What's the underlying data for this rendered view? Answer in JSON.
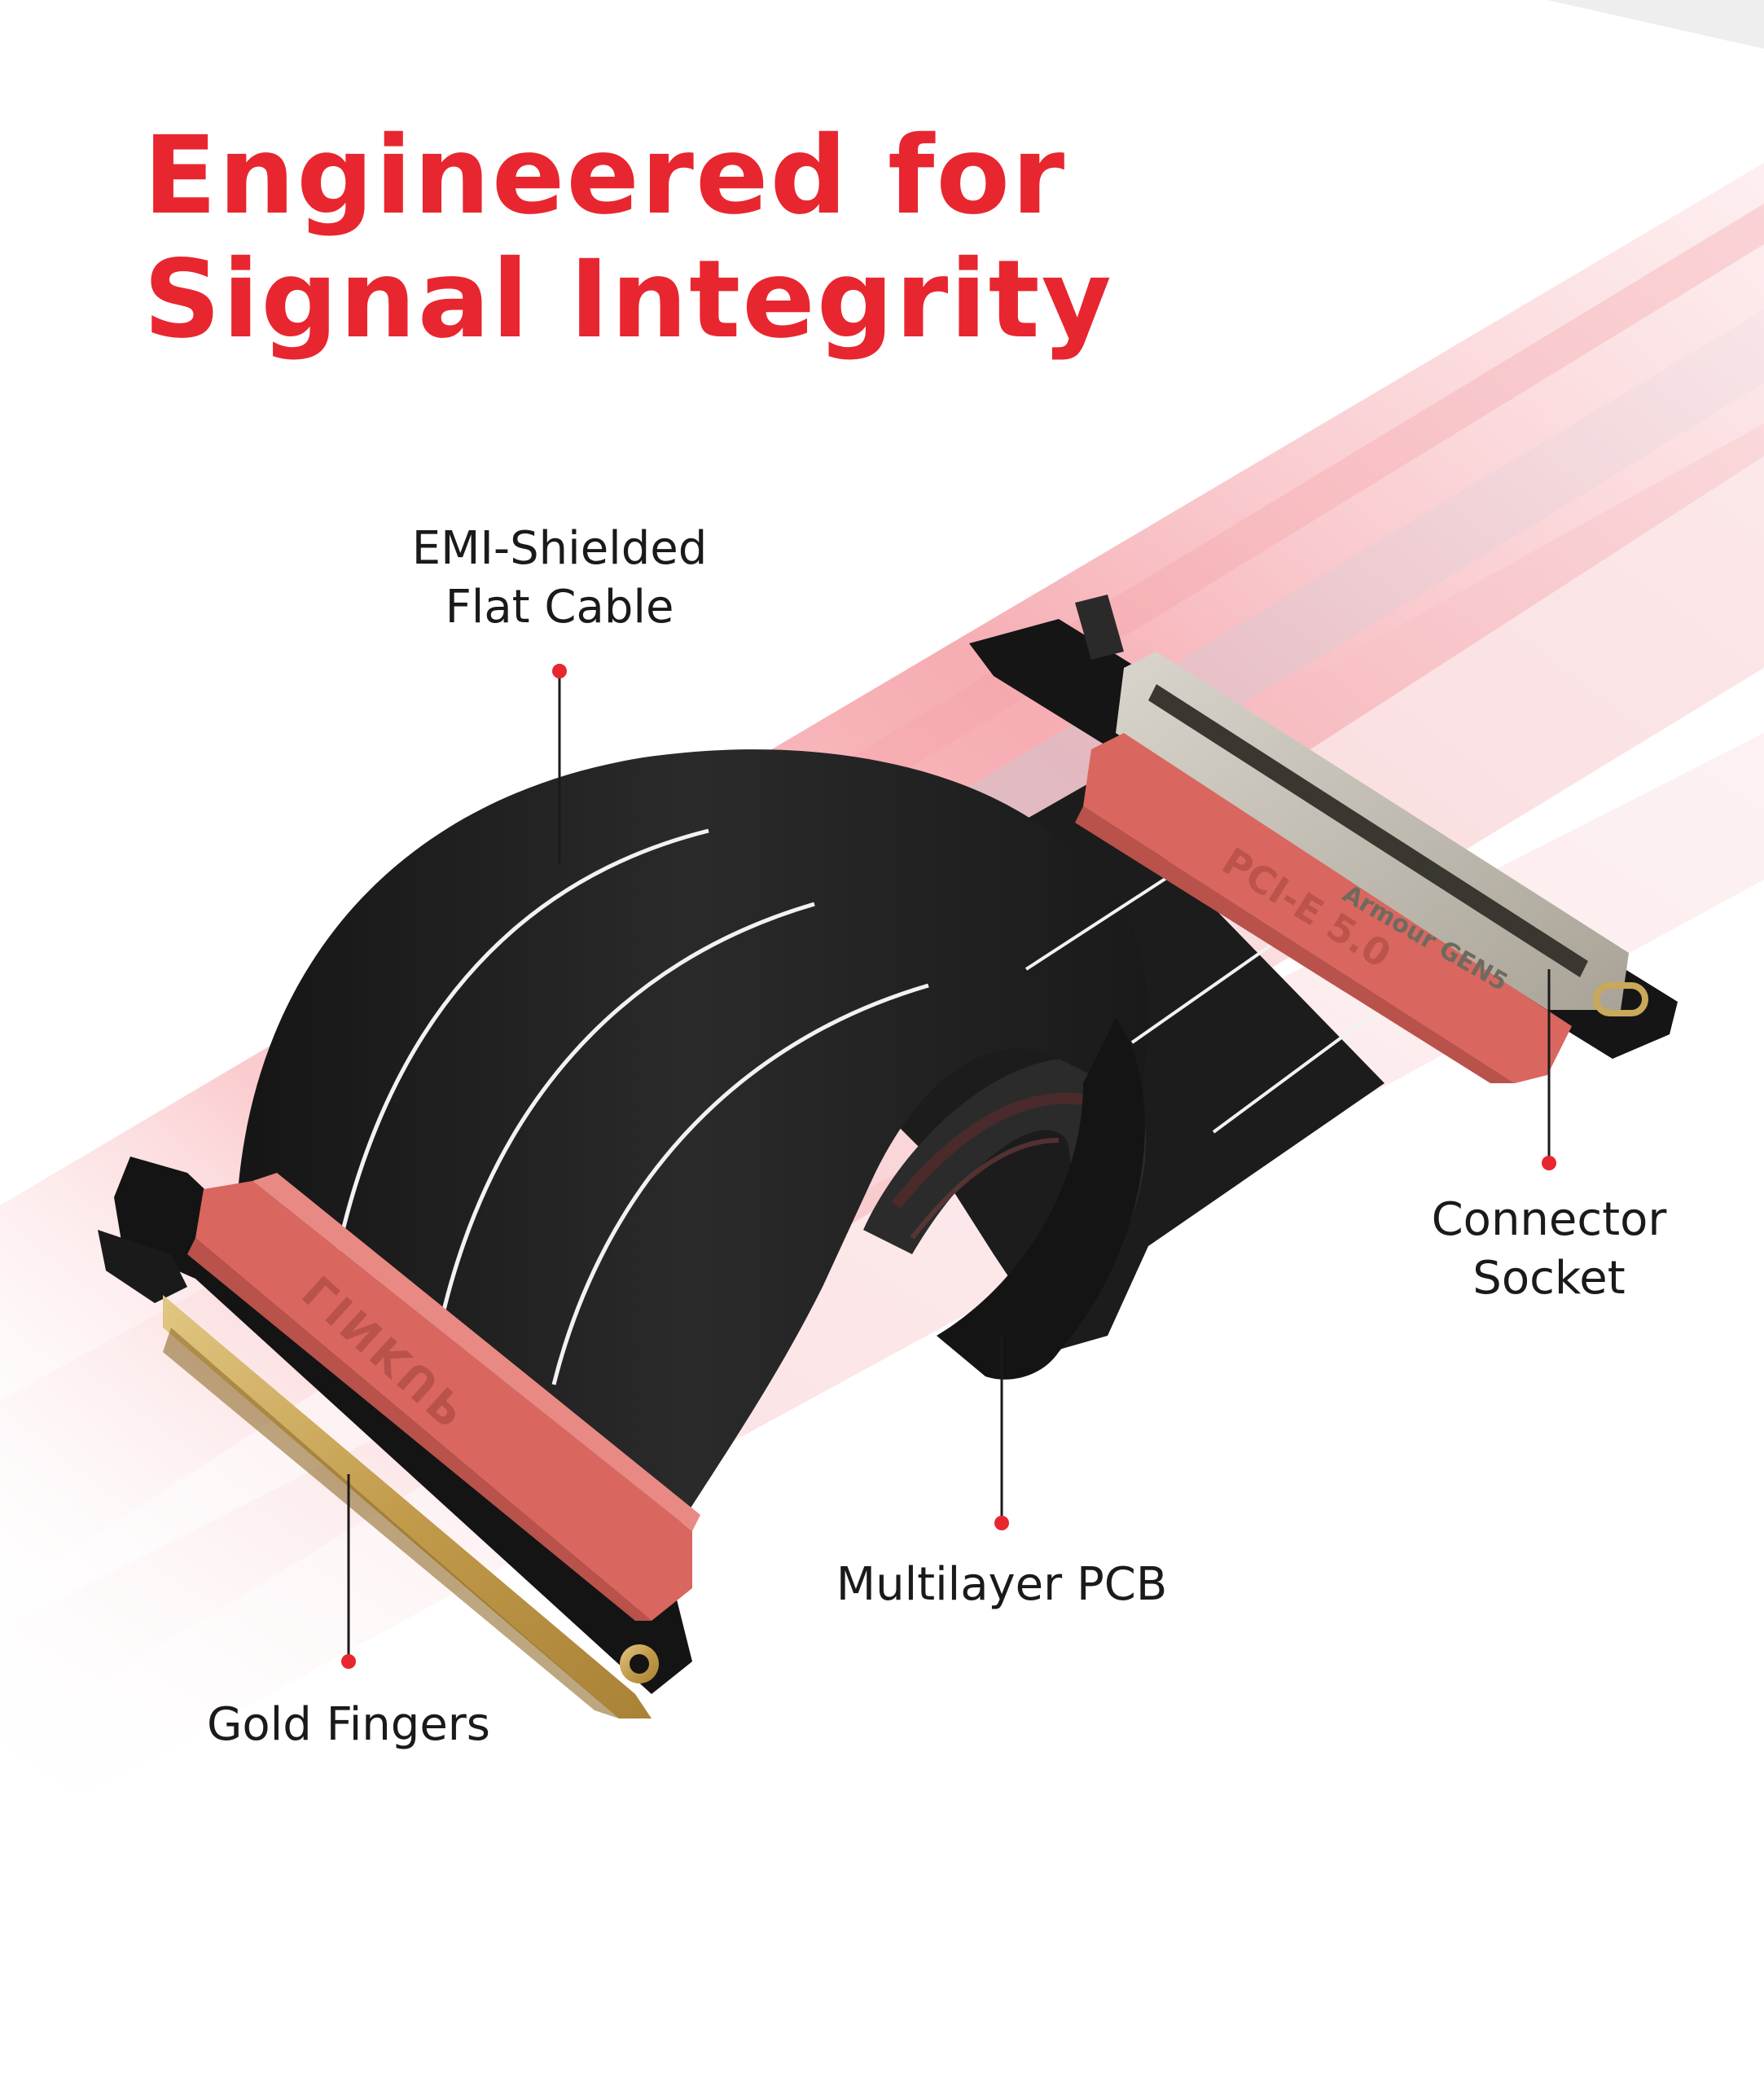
{
  "headline": {
    "line1": "Engineered for",
    "line2": "Signal Integrity",
    "color": "#e8262f"
  },
  "product": {
    "socket_marking": "Armour GEN5",
    "socket_edge_marking": "PCI-E 5.0",
    "logo_text": "LINKUP"
  },
  "callouts": [
    {
      "id": "emi",
      "line1": "EMI-Shielded",
      "line2": "Flat Cable"
    },
    {
      "id": "socket",
      "line1": "Connector",
      "line2": "Socket"
    },
    {
      "id": "pcb",
      "line1": "Multilayer PCB"
    },
    {
      "id": "fingers",
      "line1": "Gold Fingers"
    }
  ],
  "colors": {
    "accent": "#e8262f",
    "cable": "#1f1f1f",
    "housing": "#d9675f",
    "gold": "#c9a85a",
    "socket": "#bdb8ae"
  }
}
